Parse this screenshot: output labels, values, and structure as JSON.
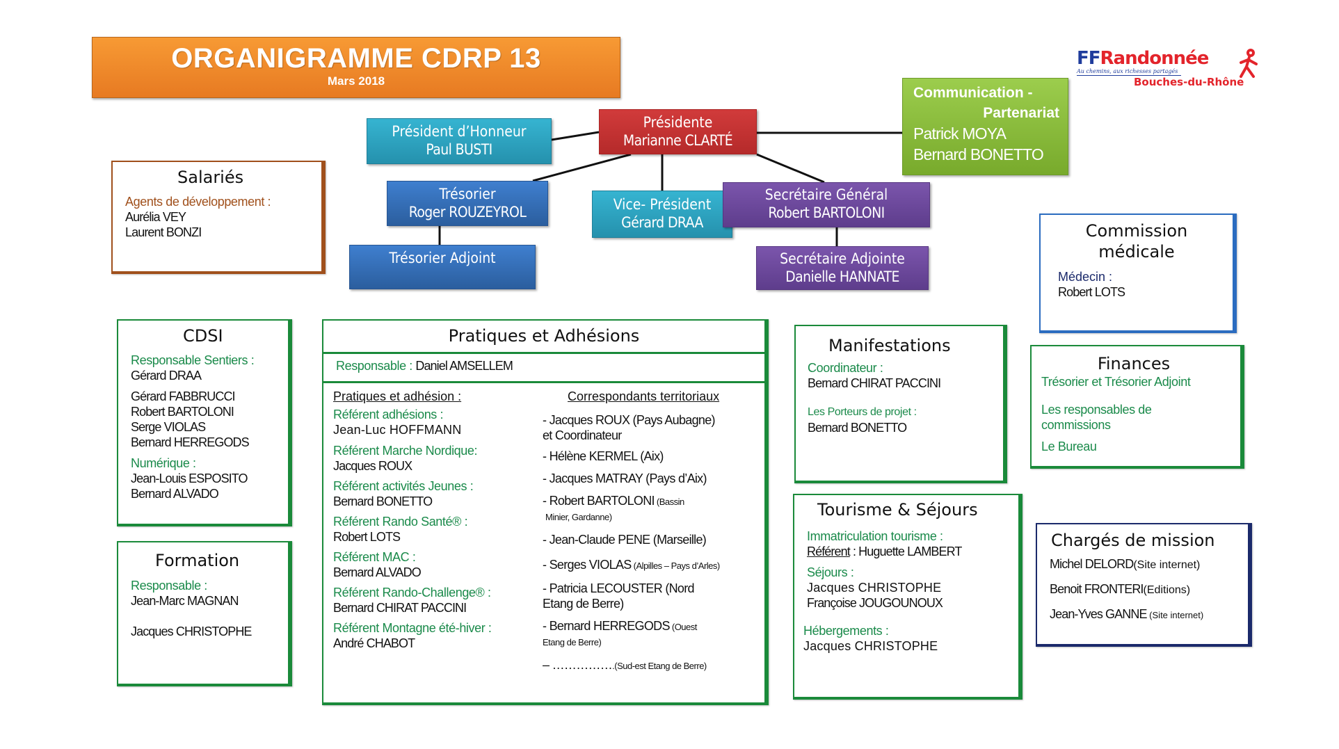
{
  "title": {
    "main": "ORGANIGRAMME CDRP 13",
    "subtitle": "Mars 2018",
    "color": "#ef8a2a"
  },
  "logo": {
    "ff": "FF",
    "randonnee": "Randonnée",
    "tagline": "Au chemins, aux richesses partagés",
    "department": "Bouches-du-Rhône",
    "icon": "hiker-icon"
  },
  "org": {
    "presidente": {
      "role": "Présidente",
      "name": "Marianne CLARTÉ",
      "color": "#c43232"
    },
    "honneur": {
      "role": "Président d’Honneur",
      "name": "Paul BUSTI",
      "color": "#2fa6c4"
    },
    "tresorier": {
      "role": "Trésorier",
      "name": "Roger ROUZEYROL",
      "color": "#3570bb"
    },
    "vice": {
      "role": "Vice- Président",
      "name": "Gérard DRAA",
      "color": "#2fa6c4"
    },
    "secgen": {
      "role": "Secrétaire Général",
      "name": "Robert BARTOLONI",
      "color": "#6d479d"
    },
    "tresadj": {
      "role": "Trésorier Adjoint",
      "name": "",
      "color": "#3570bb"
    },
    "secadj": {
      "role": "Secrétaire Adjointe",
      "name": "Danielle HANNATE",
      "color": "#6d479d"
    },
    "communication": {
      "role_line1": "Communication -",
      "role_line2": "Partenariat",
      "names": [
        "Patrick MOYA",
        "Bernard BONETTO"
      ],
      "color": "#8bbd3c"
    }
  },
  "salaries": {
    "title": "Salariés",
    "label": "Agents de développement :",
    "names": [
      "Aurélia VEY",
      "Laurent BONZI"
    ]
  },
  "cdsi": {
    "title": "CDSI",
    "label1": "Responsable Sentiers :",
    "resp": "Gérard DRAA",
    "members": [
      "Gérard FABBRUCCI",
      "Robert BARTOLONI",
      "Serge VIOLAS",
      "Bernard HERREGODS"
    ],
    "label2": "Numérique :",
    "numerique": [
      "Jean-Louis ESPOSITO",
      "Bernard ALVADO"
    ]
  },
  "formation": {
    "title": "Formation",
    "label": "Responsable :",
    "names": [
      "Jean-Marc MAGNAN",
      "Jacques CHRISTOPHE"
    ]
  },
  "pratiques": {
    "title": "Pratiques et Adhésions",
    "resp_label": "Responsable :",
    "resp_name": "Daniel AMSELLEM",
    "left_header": "Pratiques et adhésion :",
    "right_header": "Correspondants territoriaux",
    "referents": [
      {
        "label": "Référent adhésions :",
        "name": "Jean-Luc  HOFFMANN"
      },
      {
        "label": "Référent Marche Nordique:",
        "name": "Jacques ROUX"
      },
      {
        "label": "Référent  activités Jeunes :",
        "name": "Bernard BONETTO"
      },
      {
        "label": "Référent Rando Santé® :",
        "name": "Robert LOTS"
      },
      {
        "label": "Référent MAC :",
        "name": "Bernard ALVADO"
      },
      {
        "label": "Référent Rando-Challenge® :",
        "name": "Bernard CHIRAT  PACCINI"
      },
      {
        "label": "Référent  Montagne été-hiver :",
        "name": "André CHABOT"
      }
    ],
    "correspondants": [
      {
        "main": "- Jacques ROUX (Pays Aubagne)",
        "sub": "et Coordinateur",
        "sub_small": false
      },
      {
        "main": "- Hélène KERMEL (Aix)",
        "sub": "",
        "sub_small": false
      },
      {
        "main": "- Jacques MATRAY (Pays d’Aix)",
        "sub": "",
        "sub_small": false
      },
      {
        "main": "-  Robert BARTOLONI",
        "main_small": " (Bassin",
        "sub": "Minier,  Gardanne)",
        "sub_small": true
      },
      {
        "main": "- Jean-Claude PENE (Marseille)",
        "sub": "",
        "sub_small": false
      },
      {
        "main": "- Serges VIOLAS",
        "main_small": " (Alpilles – Pays d’Arles)",
        "sub": "",
        "sub_small": false
      },
      {
        "main": "- Patricia LECOUSTER (Nord",
        "sub": " Etang de Berre)",
        "sub_small": false
      },
      {
        "main": "- Bernard HERREGODS",
        "main_small": "  (Ouest",
        "sub": "Etang de Berre)",
        "sub_small": true
      },
      {
        "main": "–   ……………",
        "main_small": ".(Sud-est Etang de Berre)",
        "sub": "",
        "sub_small": false
      }
    ]
  },
  "manifestations": {
    "title": "Manifestations",
    "label1": "Coordinateur  :",
    "name1": "Bernard CHIRAT PACCINI",
    "label2": "Les Porteurs de projet :",
    "name2": "Bernard BONETTO"
  },
  "tourisme": {
    "title": "Tourisme & Séjours",
    "label1": "Immatriculation tourisme :",
    "ref_label": "Référent",
    "ref_name": " : Huguette LAMBERT",
    "label2": "Séjours :",
    "sejours": [
      "Jacques CHRISTOPHE",
      "Françoise JOUGOUNOUX"
    ],
    "label3": "Hébergements :",
    "hebergements": [
      "Jacques CHRISTOPHE"
    ]
  },
  "medicale": {
    "title_line1": "Commission",
    "title_line2": "médicale",
    "label": "Médecin :",
    "name": "Robert LOTS"
  },
  "finances": {
    "title": "Finances",
    "items": [
      "Trésorier et Trésorier Adjoint",
      "Les responsables de commissions",
      "Le Bureau"
    ]
  },
  "charges": {
    "title": "Chargés de mission",
    "items": [
      {
        "name": "Michel DELORD",
        "note": "(Site internet)",
        "note_small": false
      },
      {
        "name": "Benoit FRONTERI",
        "note": "(Editions)",
        "note_small": false
      },
      {
        "name": "Jean-Yves GANNE",
        "note": " (Site internet)",
        "note_small": true
      }
    ]
  }
}
